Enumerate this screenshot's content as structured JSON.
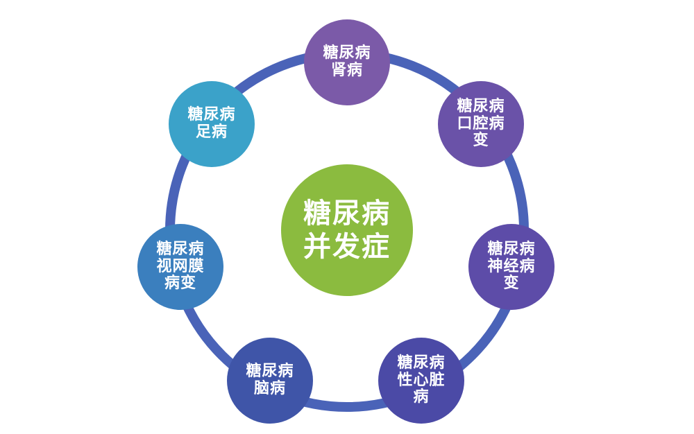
{
  "center": {
    "lines": [
      "糖尿病",
      "并发症"
    ],
    "color": "#8bbb3f"
  },
  "ring_color": "#4a63b8",
  "nodes": [
    {
      "id": "nephropathy",
      "lines": [
        "糖尿病",
        "肾病"
      ],
      "color": "#7b5aa8"
    },
    {
      "id": "oral",
      "lines": [
        "糖尿病",
        "口腔病",
        "变"
      ],
      "color": "#6a52a8"
    },
    {
      "id": "neuropathy",
      "lines": [
        "糖尿病",
        "神经病",
        "变"
      ],
      "color": "#5d4ca8"
    },
    {
      "id": "heart",
      "lines": [
        "糖尿病",
        "性心脏",
        "病"
      ],
      "color": "#4b4aa6"
    },
    {
      "id": "brain",
      "lines": [
        "糖尿病",
        "脑病"
      ],
      "color": "#3f55a8"
    },
    {
      "id": "retinopathy",
      "lines": [
        "糖尿病",
        "视网膜",
        "病变"
      ],
      "color": "#3b7fbe"
    },
    {
      "id": "foot",
      "lines": [
        "糖尿病",
        "足病"
      ],
      "color": "#3ba2c9"
    }
  ]
}
